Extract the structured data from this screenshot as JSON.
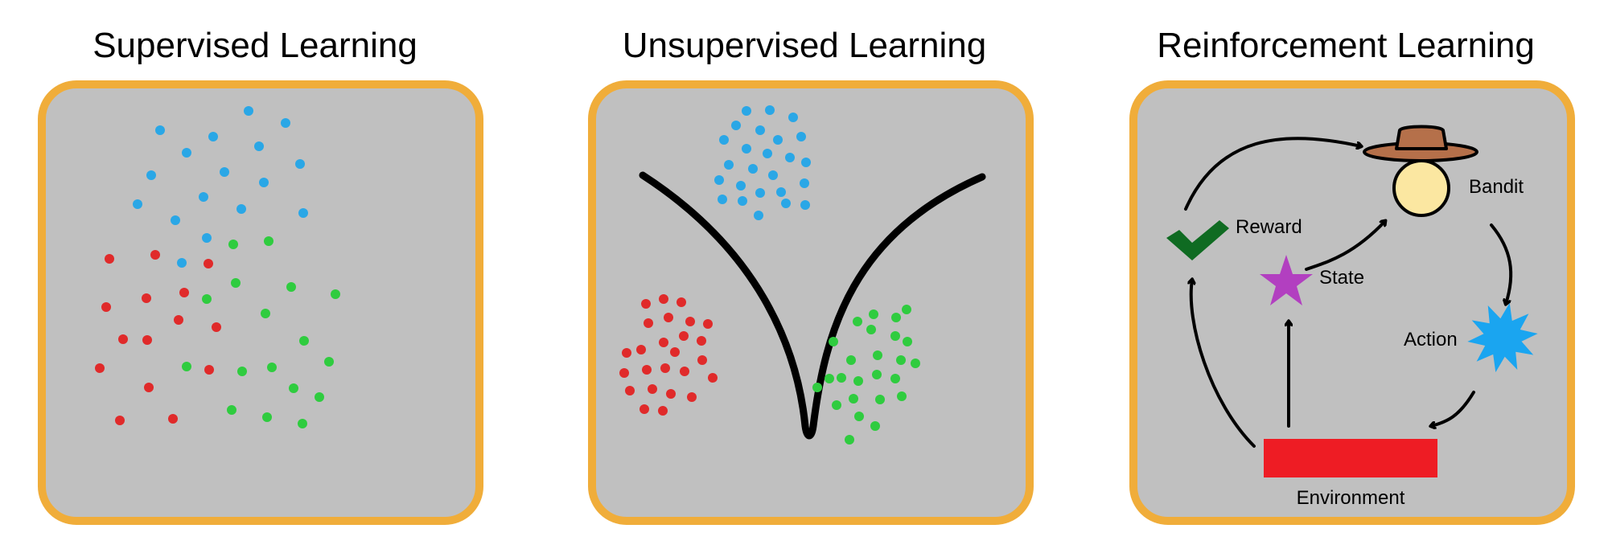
{
  "panels": [
    {
      "title": "Supervised Learning"
    },
    {
      "title": "Unsupervised Learning"
    },
    {
      "title": "Reinforcement Learning"
    }
  ],
  "rl_labels": {
    "bandit": "Bandit",
    "reward": "Reward",
    "state": "State",
    "action": "Action",
    "environment": "Environment"
  },
  "colors": {
    "frame": "#f0ad3a",
    "panel_bg": "#c0c0c0",
    "blue": "#2aa7e6",
    "red": "#e02a2a",
    "green": "#2fcc3f",
    "reward_check": "#0f6b22",
    "state_star": "#b23fc0",
    "action_burst": "#1aa5f0",
    "environment_bar": "#ee1c24",
    "hat": "#b5704a",
    "face": "#fbe7a1"
  }
}
